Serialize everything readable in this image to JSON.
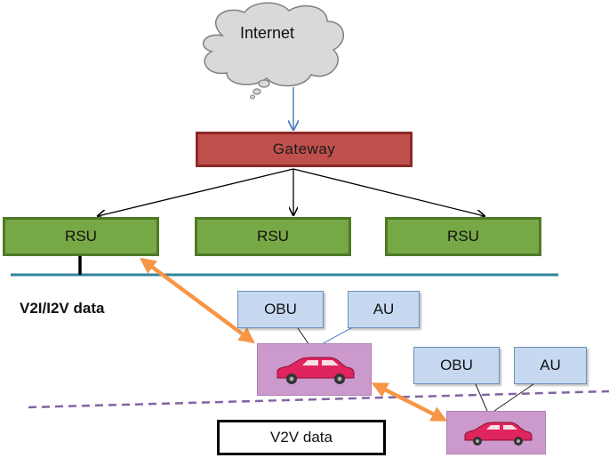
{
  "internet": {
    "label": "Internet"
  },
  "gateway": {
    "label": "Gateway"
  },
  "rsus": [
    {
      "label": "RSU"
    },
    {
      "label": "RSU"
    },
    {
      "label": "RSU"
    }
  ],
  "labels": {
    "v2i": "V2I/I2V data",
    "v2v": "V2V data"
  },
  "vehicle_1": {
    "obu": "OBU",
    "au": "AU"
  },
  "vehicle_2": {
    "obu": "OBU",
    "au": "AU"
  },
  "colors": {
    "gateway_fill": "#c0504d",
    "rsu_fill": "#77a846",
    "unit_fill": "#c6d9f1",
    "vehicle_fill": "#cc99cc",
    "car_body": "#e0245e",
    "link_arrow": "#f79646",
    "infra_line": "#31849b",
    "boundary_dash": "#8064a2"
  }
}
